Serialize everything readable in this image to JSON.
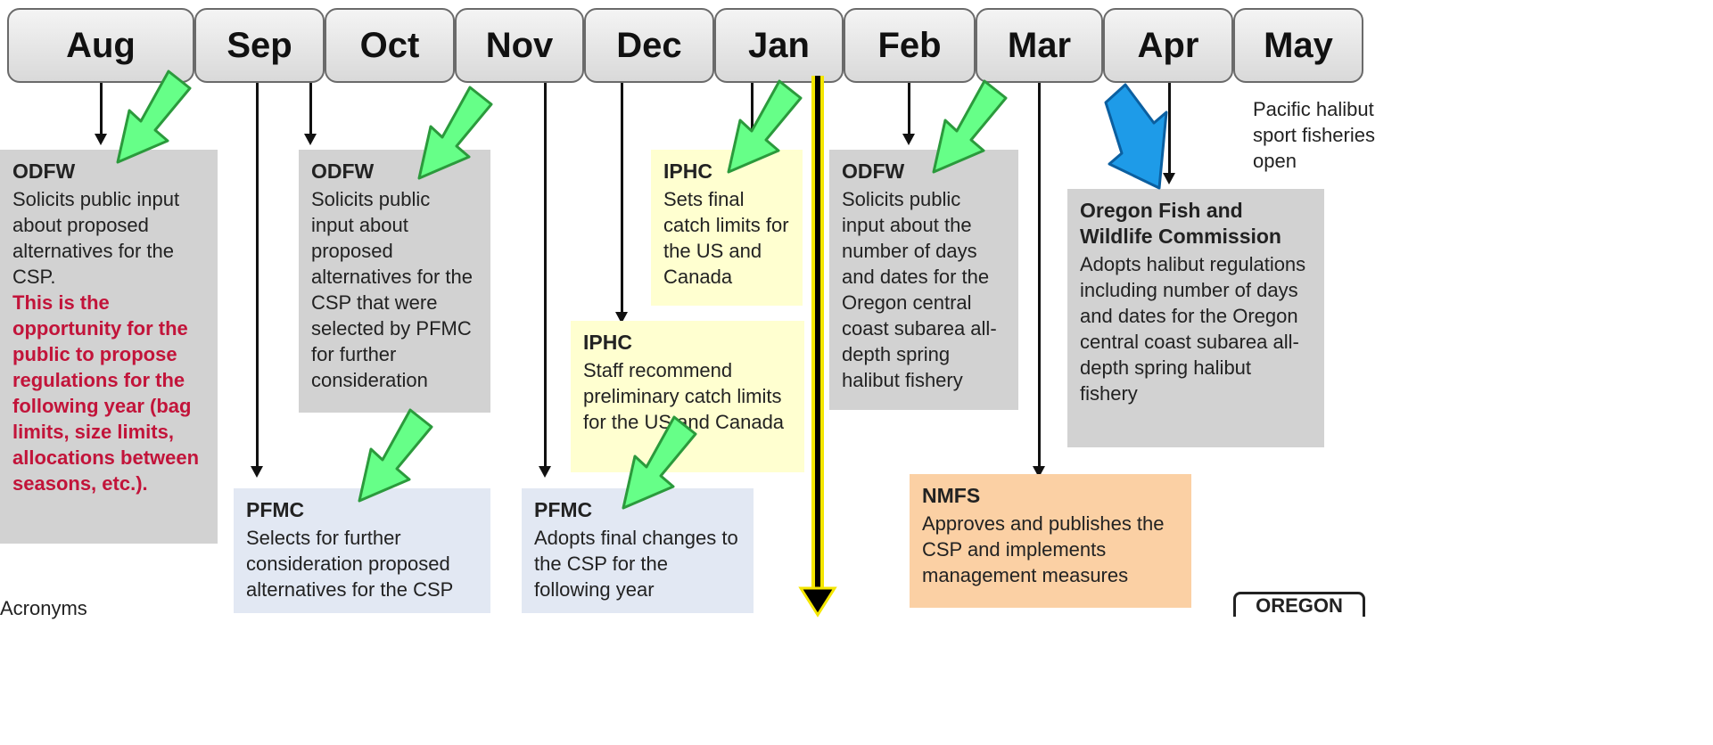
{
  "months": [
    "Aug",
    "Sep",
    "Oct",
    "Nov",
    "Dec",
    "Jan",
    "Feb",
    "Mar",
    "Apr",
    "May"
  ],
  "colors": {
    "green_arrow": "#66ff88",
    "blue_arrow": "#1e9be8",
    "highlight_border": "#f4e600",
    "alert_text": "#c2143a"
  },
  "may_note": "Pacific halibut sport fisheries open",
  "acronyms_label": "Acronyms",
  "logo_text": "OREGON",
  "boxes": {
    "aug_odfw": {
      "title": "ODFW",
      "body": "Solicits public input about proposed alternatives for the CSP.",
      "highlight": "This is the opportunity for the public to propose regulations for the following year (bag limits, size limits, allocations between seasons, etc.)."
    },
    "oct_odfw": {
      "title": "ODFW",
      "body": "Solicits public input about proposed alternatives for the CSP that were selected by PFMC for further consideration"
    },
    "sep_pfmc": {
      "title": "PFMC",
      "body": "Selects for further consideration proposed alternatives for the CSP"
    },
    "jan_iphc": {
      "title": "IPHC",
      "body": "Sets final catch limits for the US and Canada"
    },
    "dec_iphc": {
      "title": "IPHC",
      "body": "Staff recommend preliminary catch limits for the US and Canada"
    },
    "nov_pfmc": {
      "title": "PFMC",
      "body": "Adopts final changes to the CSP for the following year"
    },
    "feb_odfw": {
      "title": "ODFW",
      "body": "Solicits public input about the number of days and dates for the Oregon central coast subarea all-depth spring halibut fishery"
    },
    "apr_ofwc": {
      "title": "Oregon Fish and Wildlife Commission",
      "body": "Adopts halibut regulations including number of days and dates for the Oregon central coast subarea all-depth spring halibut fishery"
    },
    "mar_nmfs": {
      "title": "NMFS",
      "body": "Approves and publishes the CSP and implements management measures"
    }
  }
}
